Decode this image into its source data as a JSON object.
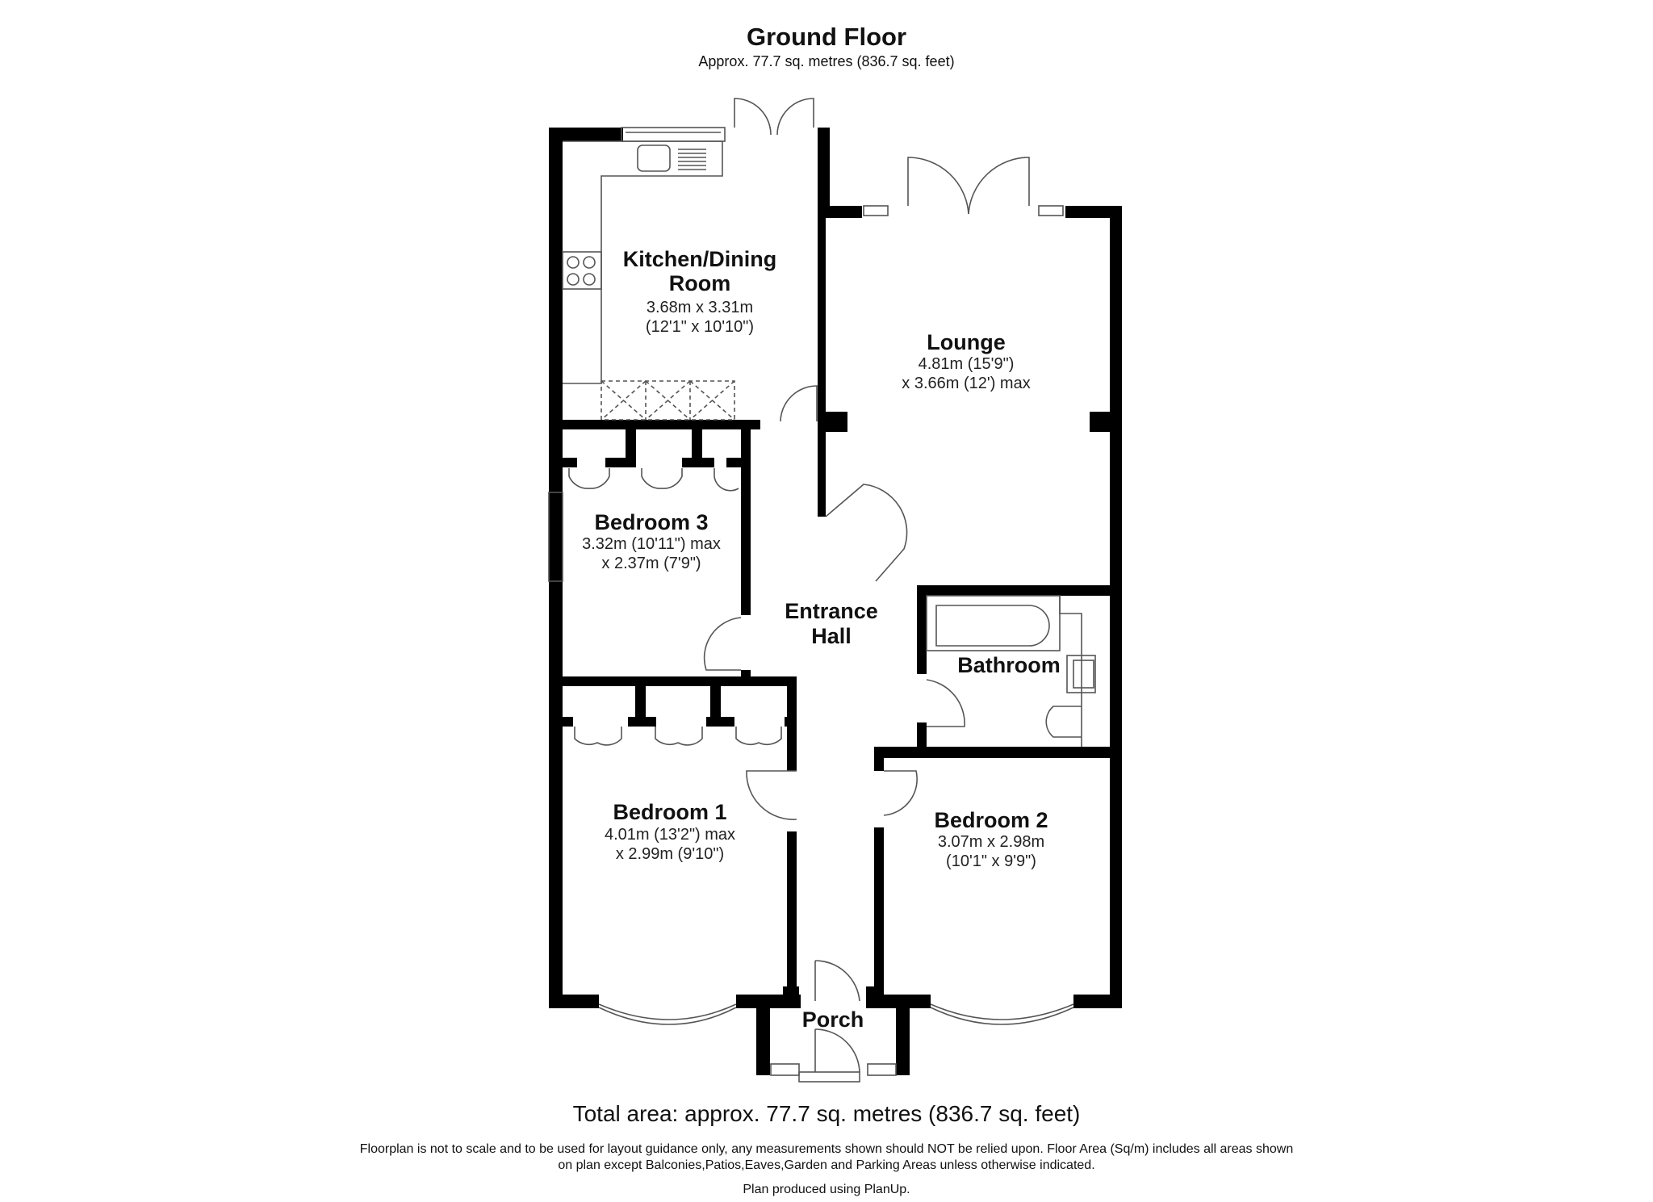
{
  "header": {
    "title": "Ground Floor",
    "subtitle": "Approx. 77.7 sq. metres (836.7 sq. feet)"
  },
  "rooms": [
    {
      "name": "Kitchen/Dining",
      "name_line2": "Room",
      "dim_line1": "3.68m x 3.31m",
      "dim_line2": "(12'1\" x 10'10\")"
    },
    {
      "name": "Lounge",
      "dim_line1": "4.81m (15'9\")",
      "dim_line2": "x 3.66m (12') max"
    },
    {
      "name": "Bedroom 3",
      "dim_line1": "3.32m (10'11\") max",
      "dim_line2": "x 2.37m (7'9\")"
    },
    {
      "name": "Entrance",
      "name_line2": "Hall"
    },
    {
      "name": "Bathroom"
    },
    {
      "name": "Bedroom 1",
      "dim_line1": "4.01m (13'2\") max",
      "dim_line2": "x 2.99m (9'10\")"
    },
    {
      "name": "Bedroom 2",
      "dim_line1": "3.07m x 2.98m",
      "dim_line2": "(10'1\" x 9'9\")"
    },
    {
      "name": "Porch"
    }
  ],
  "footer": {
    "total_area": "Total area: approx. 77.7 sq. metres (836.7 sq. feet)",
    "disclaimer_line1": "Floorplan is not to scale and to be used for layout guidance only, any measurements shown should NOT be relied upon. Floor Area (Sq/m) includes all areas shown",
    "disclaimer_line2": "on plan except Balconies,Patios,Eaves,Garden and Parking Areas unless otherwise indicated.",
    "credit": "Plan produced using PlanUp."
  },
  "colors": {
    "wall": "#000000",
    "line": "#555555",
    "background": "#ffffff"
  }
}
